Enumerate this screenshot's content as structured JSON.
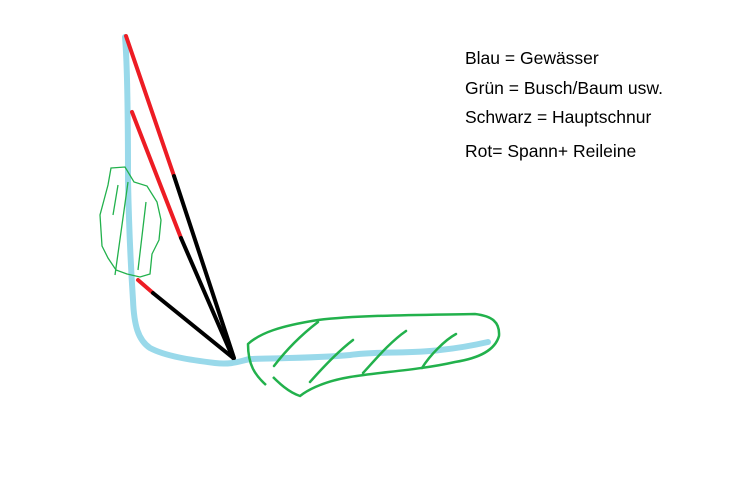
{
  "legend": [
    "Blau = Gewässer",
    "Grün = Busch/Baum usw.",
    "Schwarz = Hauptschnur",
    "Rot= Spann+ Reileine"
  ],
  "colors": {
    "water": "#99d9ea",
    "bush": "#22b14c",
    "main_line": "#000000",
    "tension_line": "#ed1c24"
  }
}
